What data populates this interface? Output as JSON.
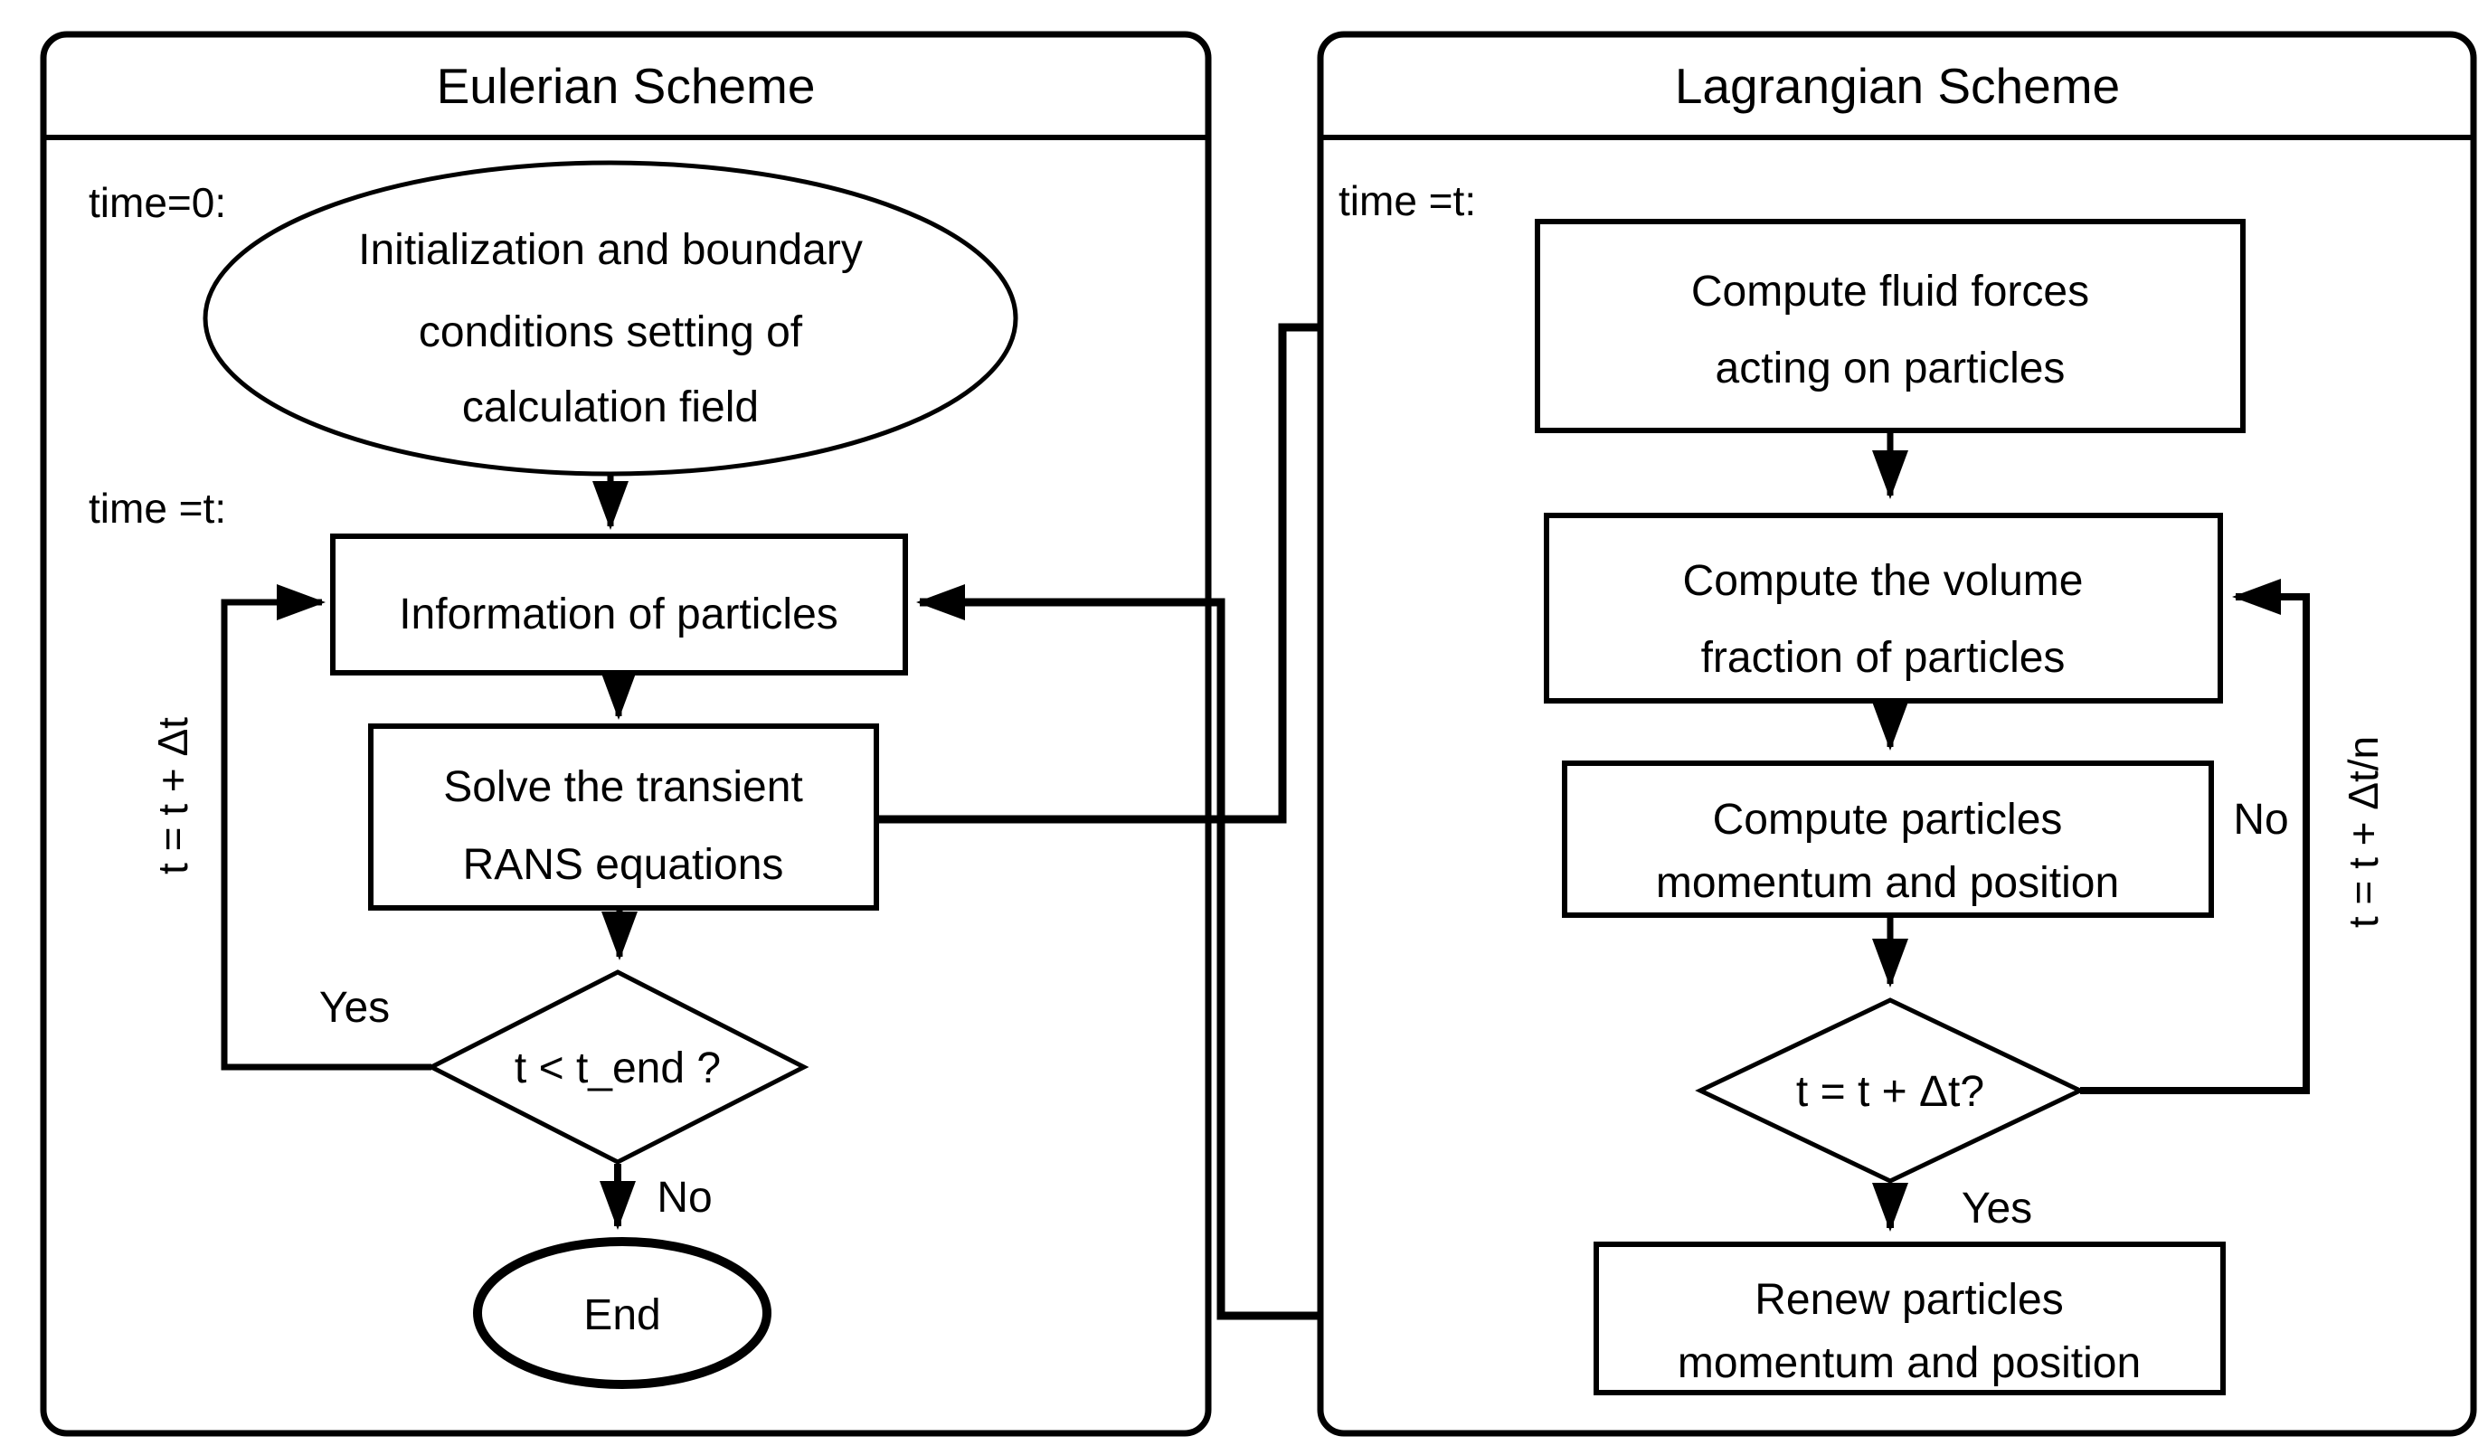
{
  "diagram": {
    "background": "#ffffff",
    "line_color": "#000000",
    "eulerian": {
      "title": "Eulerian Scheme",
      "time0_label": "time=0:",
      "timet_label": "time =t:",
      "init_ellipse_line1": "Initialization and boundary",
      "init_ellipse_line2": "conditions setting of",
      "init_ellipse_line3": "calculation field",
      "info_box": "Information of particles",
      "rans_box_line1": "Solve the transient",
      "rans_box_line2": "RANS equations",
      "decision": "t < t_end ?",
      "yes_label": "Yes",
      "no_label": "No",
      "end_label": "End",
      "loop_label": "t = t + Δt"
    },
    "lagrangian": {
      "title": "Lagrangian Scheme",
      "timet_label": "time =t:",
      "fluid_forces_line1": "Compute fluid forces",
      "fluid_forces_line2": "acting on particles",
      "volume_fraction_line1": "Compute the volume",
      "volume_fraction_line2": "fraction of particles",
      "momentum_line1": "Compute particles",
      "momentum_line2": "momentum and position",
      "decision": "t = t + Δt?",
      "yes_label": "Yes",
      "no_label": "No",
      "renew_line1": "Renew particles",
      "renew_line2": "momentum and position",
      "loop_label": "t = t + Δt/n"
    }
  }
}
